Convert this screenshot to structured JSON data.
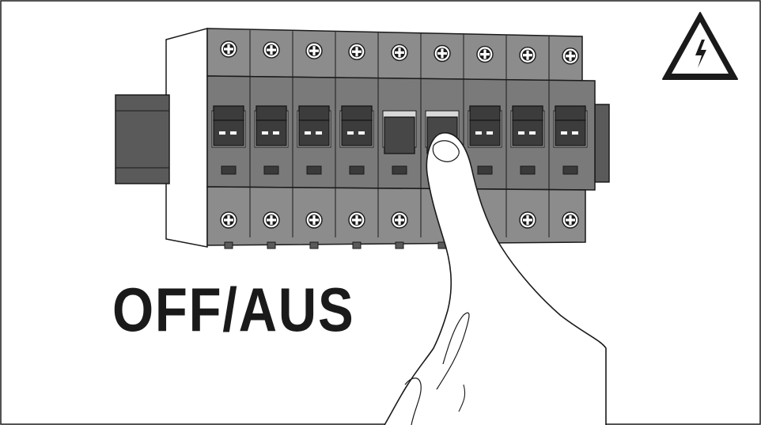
{
  "instruction": {
    "label": "OFF/AUS"
  },
  "colors": {
    "outline": "#1a1a1a",
    "top_rail": "#8c8c8c",
    "body": "#7a7a7a",
    "side_block": "#5a5a5a",
    "lever": "#3c3c3c",
    "lever_off": "#474747",
    "white_frame": "#ffffff",
    "warning_fill": "#ffffff"
  },
  "icons": {
    "warning": "high-voltage-warning-icon",
    "screw": "screw-terminal-icon",
    "hand": "pointing-finger-icon"
  },
  "breakers": {
    "count": 9,
    "off_positions": [
      5,
      6
    ]
  }
}
